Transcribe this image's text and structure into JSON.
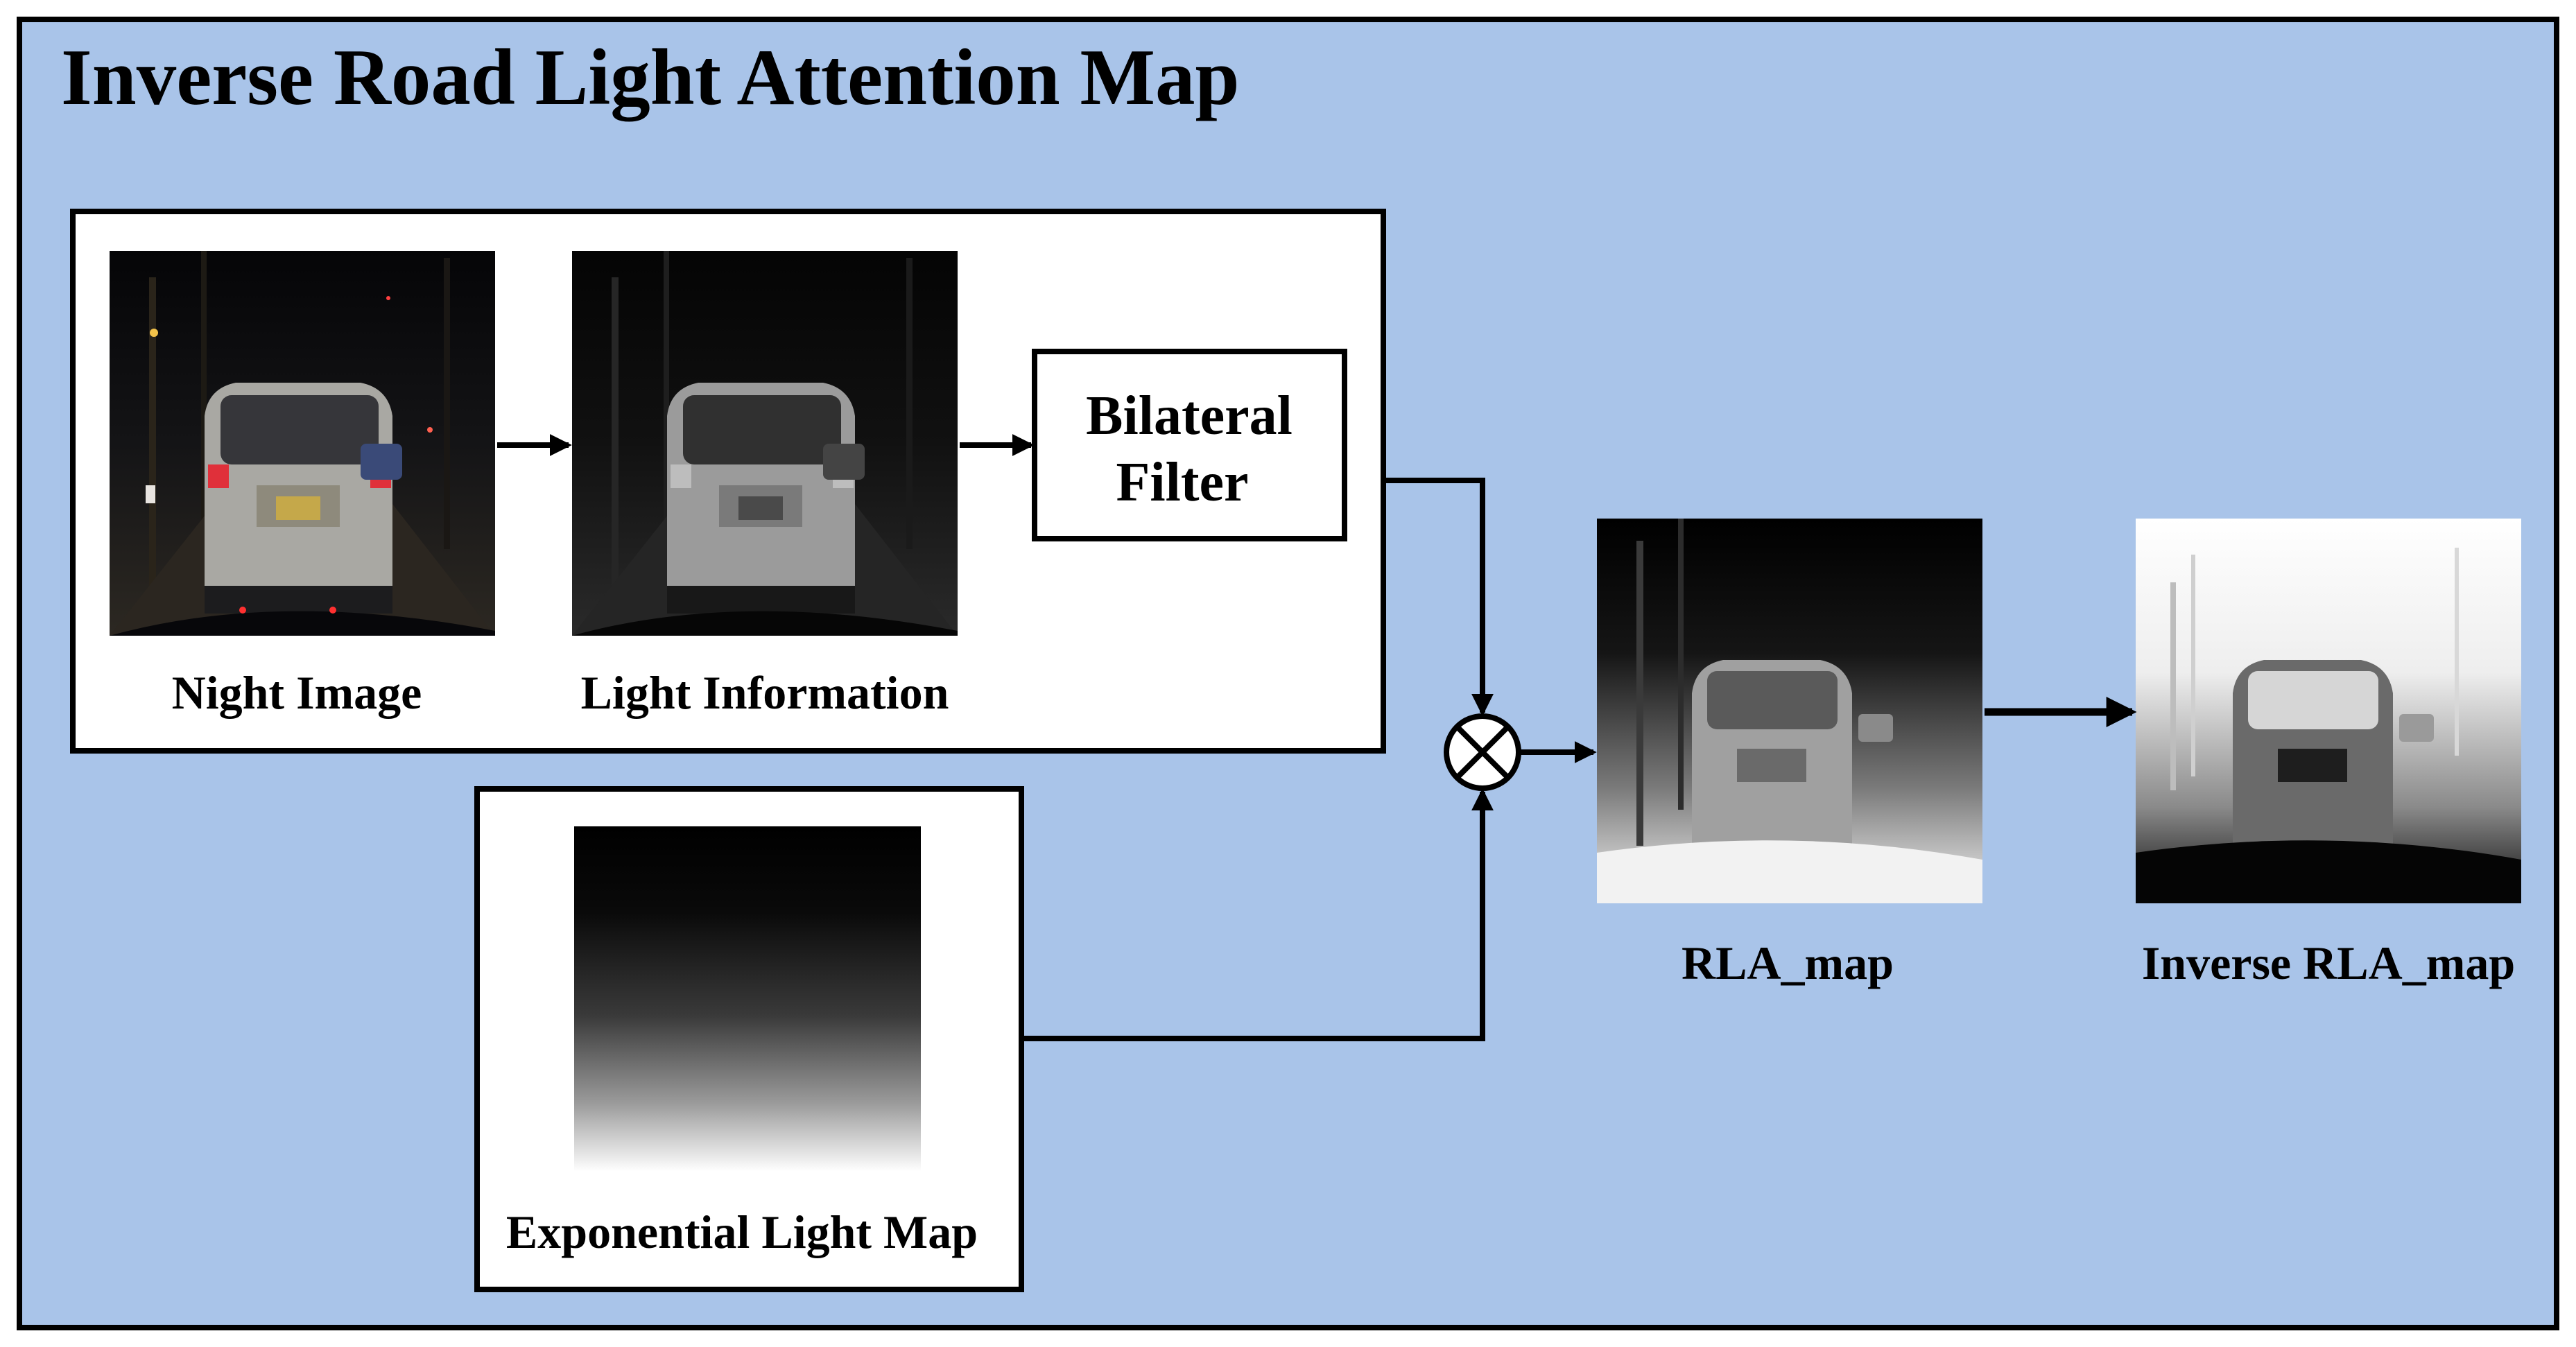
{
  "colors": {
    "background": "#A9C4E9",
    "panel": "#FFFFFF",
    "stroke": "#000000"
  },
  "title": "Inverse Road Light Attention Map",
  "nodes": {
    "night_image": {
      "label": "Night Image",
      "icon": "night-car-photo"
    },
    "light_information": {
      "label": "Light Information",
      "icon": "grayscale-car-photo"
    },
    "bilateral_filter": {
      "line1": "Bilateral",
      "line2": "Filter"
    },
    "exponential_light_map": {
      "label": "Exponential Light Map",
      "icon": "vertical-gradient"
    },
    "multiply": {
      "icon": "circled-times-icon"
    },
    "rla_map": {
      "label": "RLA_map",
      "icon": "rla-map-photo"
    },
    "inverse_rla_map": {
      "label": "Inverse RLA_map",
      "icon": "inverse-rla-map-photo"
    }
  }
}
